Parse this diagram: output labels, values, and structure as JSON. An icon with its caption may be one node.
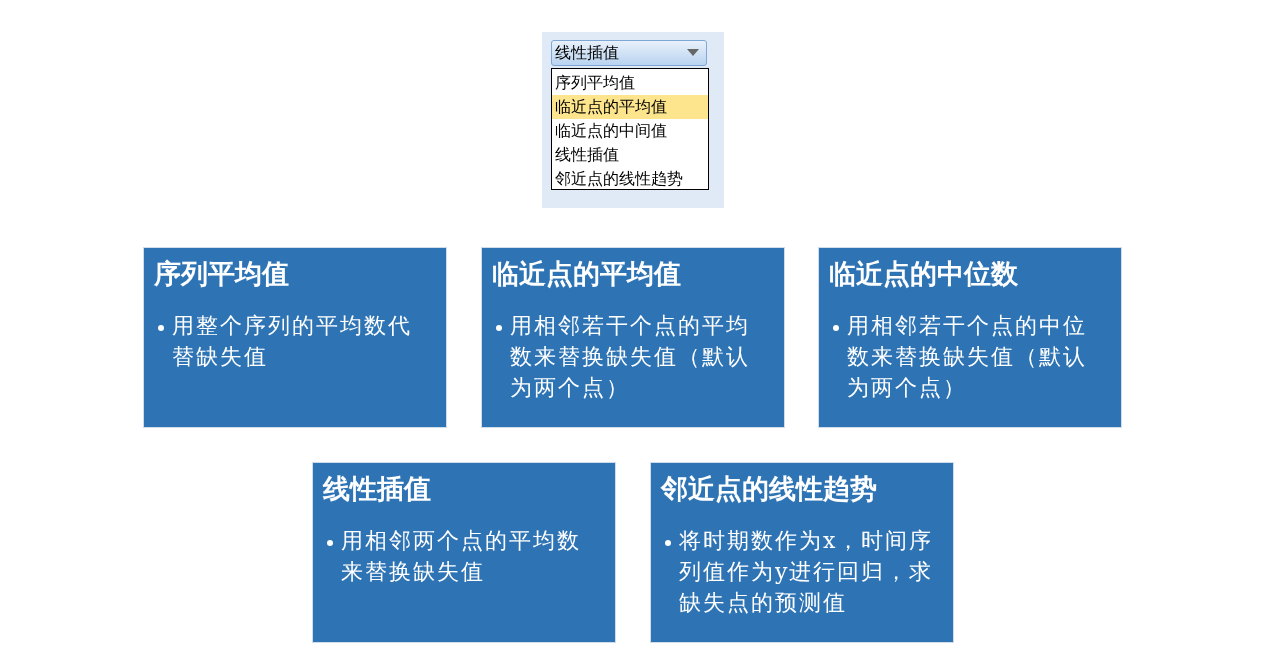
{
  "diagram": {
    "nodes": [
      {
        "text": [
          "序列平均值",
          "用整个序列的平均数代替缺失值"
        ]
      },
      {
        "text": [
          "临近点的平均值",
          "用相邻若干个点的平均数来替换缺失值（默认为两个点）"
        ]
      },
      {
        "text": [
          "临近点的中位数",
          "用相邻若干个点的中位数来替换缺失值（默认为两个点）"
        ]
      },
      {
        "text": [
          "线性插值",
          "用相邻两个点的平均数来替换缺失值"
        ]
      },
      {
        "text": [
          "邻近点的线性趋势",
          "将时期数作为x，时间序列值作为y进行回归，求缺失点的预测值"
        ]
      }
    ],
    "labels": [
      "线性插值",
      "序列平均值",
      "临近点的平均值",
      "临近点的中间值",
      "线性插值",
      "邻近点的线性趋势"
    ]
  }
}
